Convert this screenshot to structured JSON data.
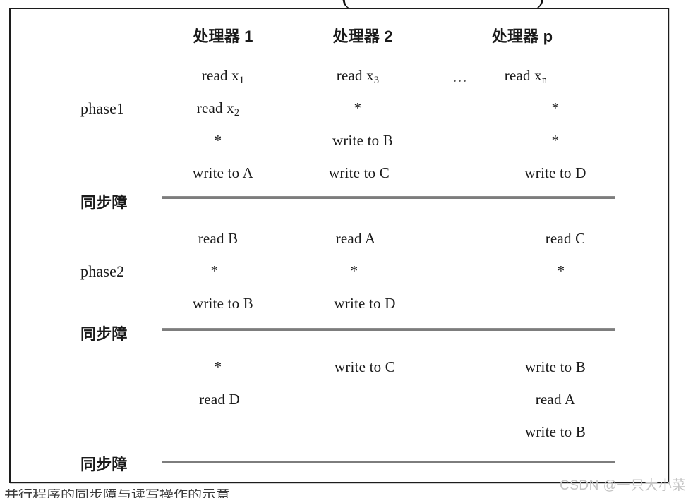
{
  "figure": {
    "title_fragment_left": "(",
    "title_fragment_right": ")",
    "bottom_cut_caption": "并行程序的同步障与读写操作的示意",
    "watermark": "CSDN @一只大小菜",
    "colors": {
      "frame_border": "#1c1c1c",
      "barrier_line": "#7d7d7d",
      "text": "#1a1a1a",
      "watermark": "#c3c3c3",
      "background": "#ffffff"
    },
    "columns": [
      {
        "id": "p1",
        "label": "处理器 1"
      },
      {
        "id": "p2",
        "label": "处理器 2"
      },
      {
        "id": "gap",
        "label": "…"
      },
      {
        "id": "pp",
        "label": "处理器 p"
      }
    ],
    "phase_labels": {
      "phase1": "phase1",
      "phase2": "phase2"
    },
    "barrier_label": "同步障",
    "sections": [
      {
        "id": "phase1",
        "phase_label": "phase1",
        "columns": {
          "p1": [
            "read x",
            "read x",
            "*",
            "write to A"
          ],
          "p2": [
            "read x",
            "*",
            "write to B",
            "write to C"
          ],
          "pp": [
            "read x",
            "*",
            "*",
            "write to D"
          ]
        },
        "subscripts": {
          "p1": [
            "1",
            "2",
            "",
            ""
          ],
          "p2": [
            "3",
            "",
            "",
            ""
          ],
          "pp": [
            "n",
            "",
            "",
            ""
          ]
        }
      },
      {
        "id": "phase2",
        "phase_label": "phase2",
        "columns": {
          "p1": [
            "read B",
            "*",
            "write to B"
          ],
          "p2": [
            "read A",
            "*",
            "write to D"
          ],
          "pp": [
            "read C",
            "*",
            ""
          ]
        }
      },
      {
        "id": "phase3",
        "phase_label": "",
        "columns": {
          "p1": [
            "*",
            "read D",
            ""
          ],
          "p2": [
            "write to C",
            "",
            ""
          ],
          "pp": [
            "write to B",
            "read A",
            "write to B"
          ]
        }
      }
    ],
    "cells": {
      "header_p1": "处理器 1",
      "header_p2": "处理器 2",
      "header_gap": "…",
      "header_pp": "处理器 p",
      "s1_p1_r1_text": "read x",
      "s1_p1_r1_sub": "1",
      "s1_p1_r2_text": "read x",
      "s1_p1_r2_sub": "2",
      "s1_p1_r3": "*",
      "s1_p1_r4": "write to A",
      "s1_p2_r1_text": "read x",
      "s1_p2_r1_sub": "3",
      "s1_p2_r2": "*",
      "s1_p2_r3": "write to B",
      "s1_p2_r4": "write to C",
      "s1_gap_r1": "…",
      "s1_pp_r1_text": "read x",
      "s1_pp_r1_sub": "n",
      "s1_pp_r2": "*",
      "s1_pp_r3": "*",
      "s1_pp_r4": "write to D",
      "s2_p1_r1": "read B",
      "s2_p1_r2": "*",
      "s2_p1_r3": "write to B",
      "s2_p2_r1": "read A",
      "s2_p2_r2": "*",
      "s2_p2_r3": "write to D",
      "s2_pp_r1": "read C",
      "s2_pp_r2": "*",
      "s3_p1_r1": "*",
      "s3_p1_r2": "read D",
      "s3_p2_r1": "write to C",
      "s3_pp_r1": "write to B",
      "s3_pp_r2": "read A",
      "s3_pp_r3": "write to B",
      "phase1_label": "phase1",
      "phase2_label": "phase2",
      "barrier1_label": "同步障",
      "barrier2_label": "同步障",
      "barrier3_label": "同步障"
    }
  }
}
